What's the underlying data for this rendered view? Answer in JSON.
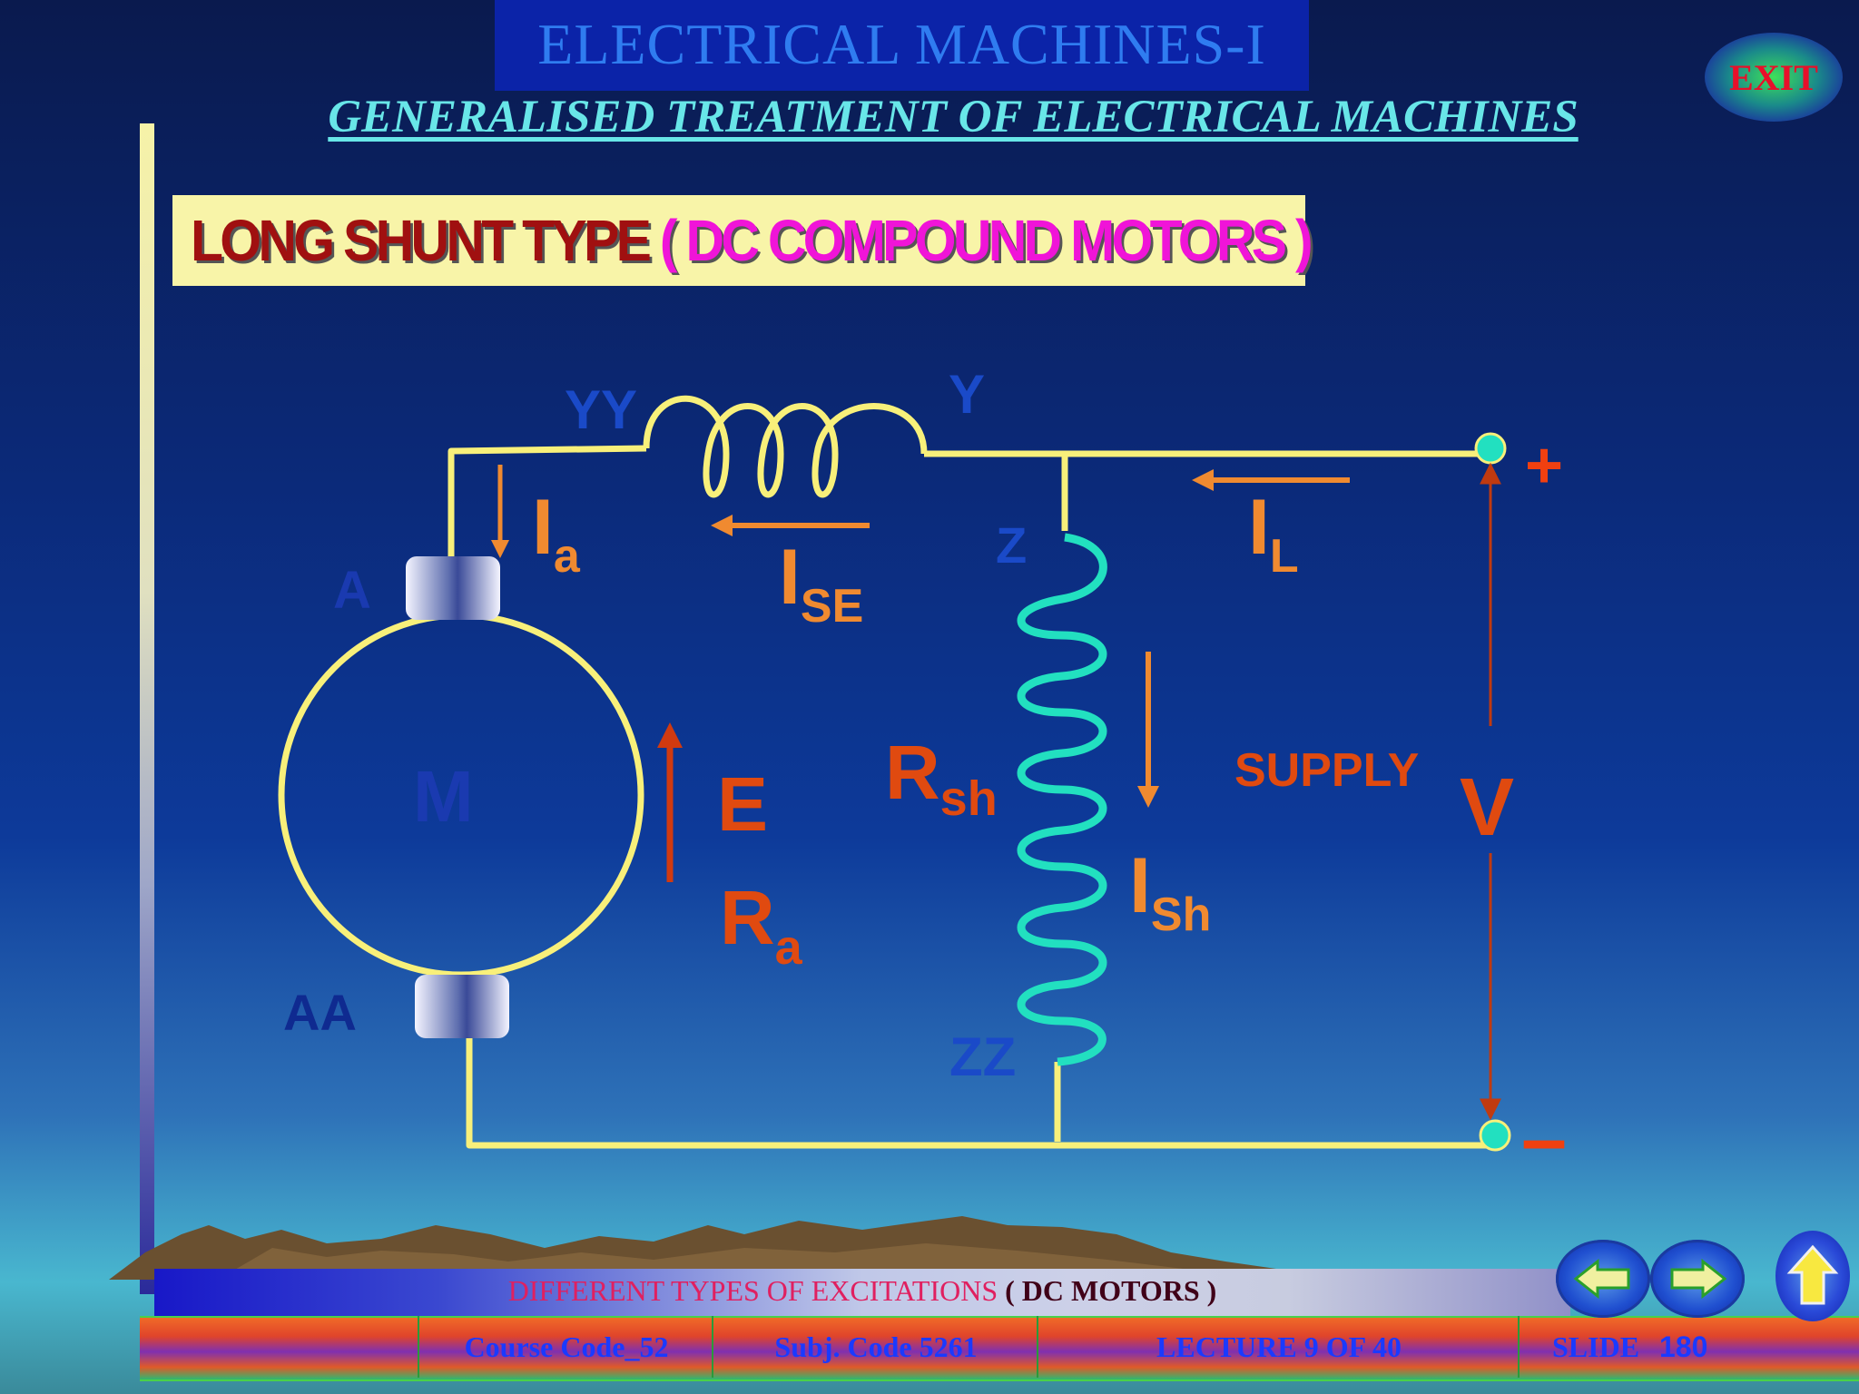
{
  "header": {
    "title": "ELECTRICAL  MACHINES-I",
    "subtitle": "GENERALISED TREATMENT OF ELECTRICAL MACHINES"
  },
  "exit_button": {
    "label": "EXIT"
  },
  "slide_title": {
    "part1": "LONG SHUNT TYPE",
    "part2": "( DC  COMPOUND  MOTORS )"
  },
  "diagram": {
    "labels": {
      "YY": "YY",
      "Y": "Y",
      "Z": "Z",
      "ZZ": "ZZ",
      "A": "A",
      "AA": "AA",
      "M": "M",
      "Ia_main": "I",
      "Ia_sub": "a",
      "Ise_main": "I",
      "Ise_sub": "SE",
      "IL_main": "I",
      "IL_sub": "L",
      "Ish_main": "I",
      "Ish_sub": "Sh",
      "E": "E",
      "Ra_main": "R",
      "Ra_sub": "a",
      "Rsh_main": "R",
      "Rsh_sub": "sh",
      "supply": "SUPPLY",
      "V": "V",
      "plus": "+",
      "minus": "–"
    },
    "colors": {
      "wire": "#f8f07a",
      "shunt_coil": "#22e0c0",
      "current_arrow": "#f08a30",
      "emf_label": "#e04a10",
      "terminal_label": "#1a4ac8"
    }
  },
  "footer": {
    "caption_main": "DIFFERENT TYPES OF EXCITATIONS",
    "caption_bold": "( DC MOTORS )",
    "course_code": "Course Code_52",
    "subj_code": "Subj. Code  5261",
    "lecture": "LECTURE  9 OF 40",
    "slide_label": "SLIDE",
    "slide_number": "180"
  },
  "nav": {
    "prev_icon": "arrow-left-icon",
    "next_icon": "arrow-right-icon",
    "home_icon": "arrow-up-icon"
  }
}
